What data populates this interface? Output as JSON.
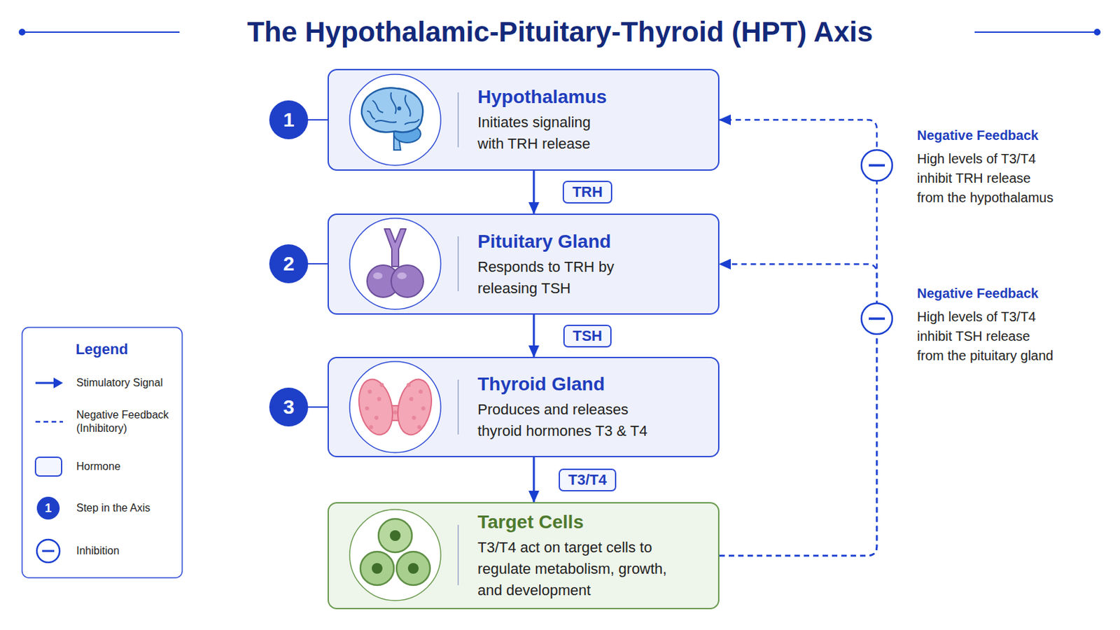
{
  "diagram": {
    "title": "The Hypothalamic-Pituitary-Thyroid (HPT) Axis",
    "nodes": [
      {
        "text": [
          "Hypothalamus",
          "Initiates signaling with TRH release"
        ]
      },
      {
        "text": [
          "Pituitary Gland",
          "Responds to TRH by releasing TSH"
        ]
      },
      {
        "text": [
          "Thyroid Gland",
          "Produces and releases thyroid hormones T3 & T4"
        ]
      },
      {
        "text": [
          "Target Cells",
          "T3/T4 act on target cells to regulate metabolism, growth, and development"
        ]
      }
    ],
    "edges": [
      {
        "from": 0,
        "to": 1,
        "arrow": "to",
        "label": "TRH"
      },
      {
        "from": 1,
        "to": 2,
        "arrow": "to",
        "label": "TSH"
      },
      {
        "from": 2,
        "to": 3,
        "arrow": "to",
        "label": "T3/T4"
      },
      {
        "from": 3,
        "to": 0,
        "arrow": "to"
      },
      {
        "from": 3,
        "to": 1,
        "arrow": "to"
      }
    ],
    "labels": [
      "1",
      "2",
      "3",
      "Negative Feedback",
      "High levels of T3/T4 inhibit TRH release from the hypothalamus",
      "Negative Feedback",
      "High levels of T3/T4 inhibit TSH release from the pituitary gland",
      "Legend",
      "1"
    ],
    "legend": [
      {
        "text": "Stimulatory Signal"
      },
      {
        "text": "Negative Feedback (Inhibitory)"
      },
      {
        "text": "Hormone"
      },
      {
        "text": "Step in the Axis"
      },
      {
        "text": "Inhibition"
      }
    ]
  }
}
